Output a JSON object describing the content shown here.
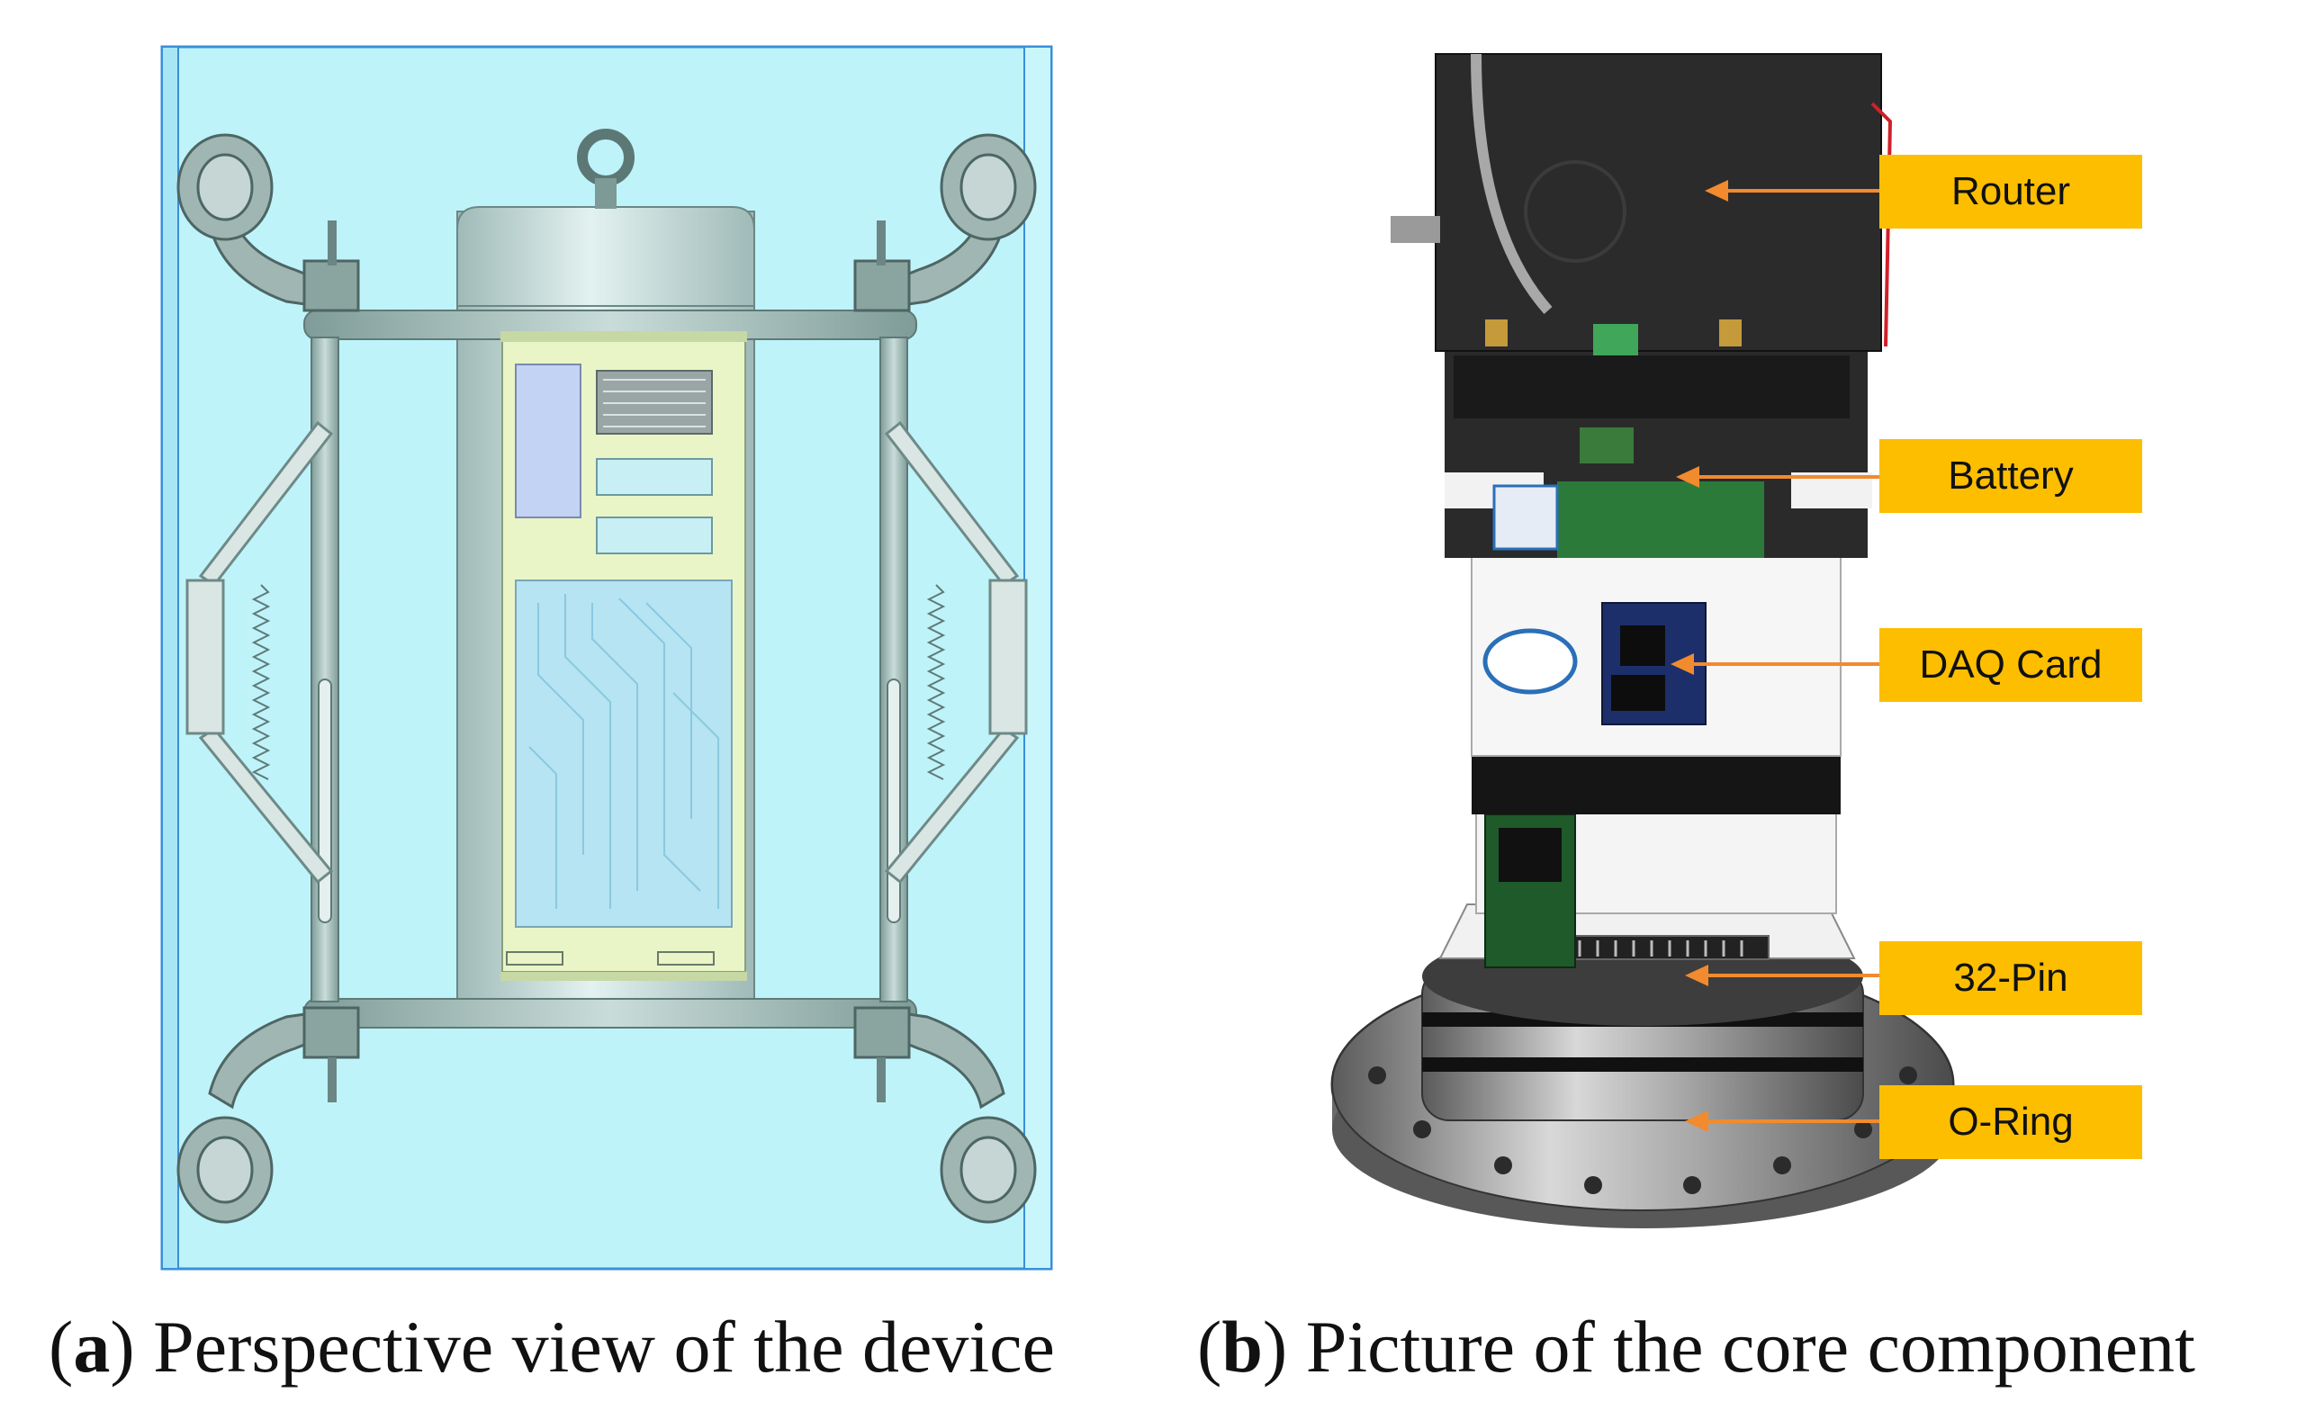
{
  "panel_a": {
    "caption_letter": "a",
    "caption_text": "Perspective view of the device"
  },
  "panel_b": {
    "caption_letter": "b",
    "caption_text": "Picture of the core component",
    "labels": [
      "Router",
      "Battery",
      "DAQ Card",
      "32-Pin",
      "O-Ring"
    ]
  },
  "colors": {
    "callout_fill": "#FDBE00",
    "arrow": "#F28A2E",
    "enclosure": "#BFF3FA",
    "frame": "#8FA9A6"
  }
}
